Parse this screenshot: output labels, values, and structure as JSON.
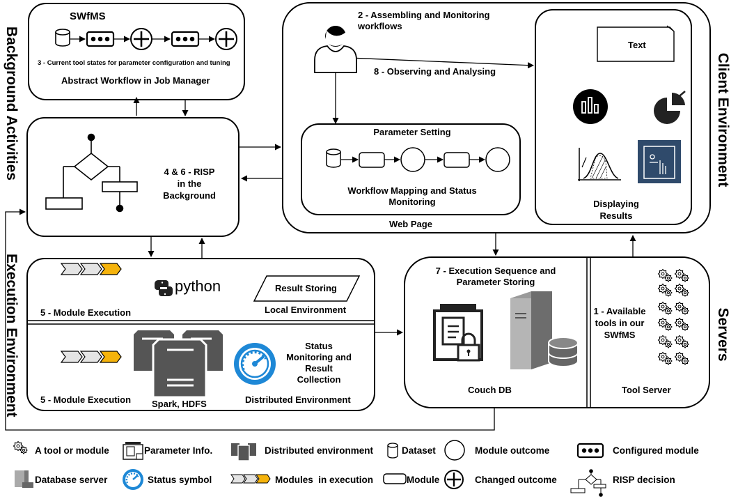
{
  "side_labels": {
    "background": "Background Activities",
    "execution": "Execution Environment",
    "client": "Client Environment",
    "servers": "Servers"
  },
  "job_manager": {
    "swfms": "SWfMS",
    "tool_states": "3 - Current tool states for parameter configuration and tuning",
    "title": "Abstract Workflow in Job Manager"
  },
  "risp": {
    "line1": "4 & 6 - RISP",
    "line2": "in the",
    "line3": "Background"
  },
  "client": {
    "assembling_line1": "2 - Assembling and Monitoring",
    "assembling_line2": "workflows",
    "observing": "8 - Observing and Analysing",
    "parameter_setting": "Parameter Setting",
    "mapping_line1": "Workflow Mapping and Status",
    "mapping_line2": "Monitoring",
    "web_page": "Web Page",
    "text_box": "Text",
    "displaying_line1": "Displaying",
    "displaying_line2": "Results"
  },
  "local_env": {
    "module_execution": "5 - Module Execution",
    "python": "python",
    "result_storing": "Result Storing",
    "title": "Local Environment"
  },
  "distributed_env": {
    "module_execution": "5 - Module Execution",
    "spark": "Spark, HDFS",
    "status_line1": "Status",
    "status_line2": "Monitoring and",
    "status_line3": "Result",
    "status_line4": "Collection",
    "title": "Distributed Environment"
  },
  "servers": {
    "exec_line1": "7 - Execution Sequence and",
    "exec_line2": "Parameter Storing",
    "couchdb": "Couch DB",
    "tools_line1": "1 - Available",
    "tools_line2": "tools in our",
    "tools_line3": "SWfMS",
    "tool_server": "Tool Server"
  },
  "legend": {
    "tool": "A tool or module",
    "param": "Parameter Info.",
    "distributed": "Distributed environment",
    "dataset": "Dataset",
    "outcome": "Module outcome",
    "configured": "Configured module",
    "db_server": "Database server",
    "status": "Status symbol",
    "in_execution": "Modules  in execution",
    "module": "Module",
    "changed": "Changed outcome",
    "risp_decision": "RISP decision"
  },
  "colors": {
    "accent_blue": "#1e88d6",
    "module_orange": "#f5b30c",
    "module_gray": "#e4e4e4",
    "dark": "#222222",
    "server_gray": "#555555",
    "doc_blue": "#2f4a6b"
  }
}
